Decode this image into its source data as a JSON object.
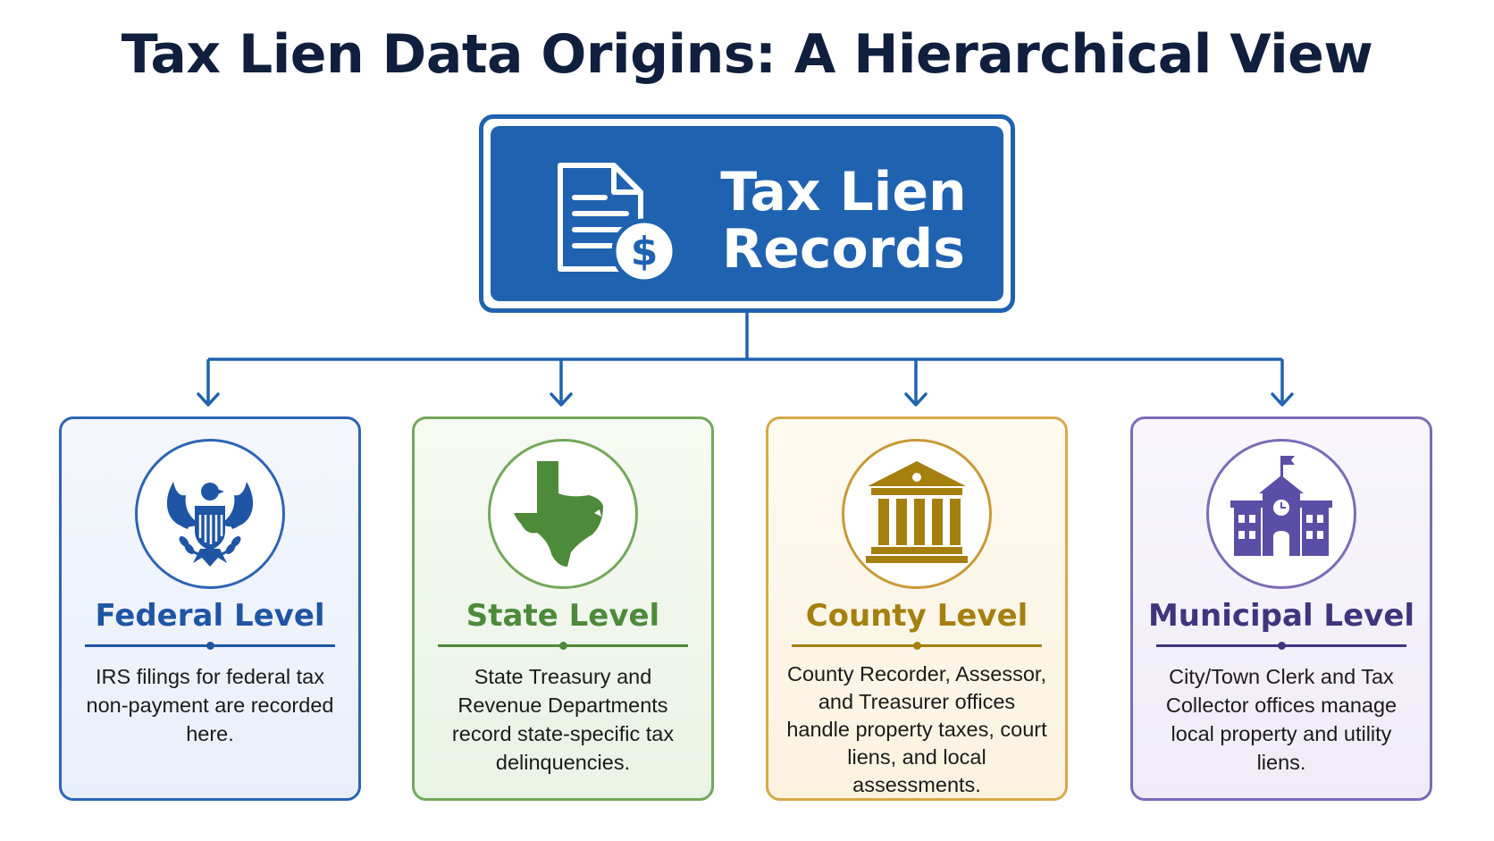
{
  "title": "Tax Lien Data Origins: A Hierarchical View",
  "root": {
    "label_line1": "Tax Lien",
    "label_line2": "Records",
    "icon": "document-dollar-icon",
    "color": "#1f62b0"
  },
  "levels": [
    {
      "title": "Federal Level",
      "description": "IRS filings for federal tax non-payment are recorded here.",
      "icon": "eagle-seal-icon",
      "color": "#1f55a5"
    },
    {
      "title": "State Level",
      "description": "State Treasury and Revenue Departments record state-specific tax delinquencies.",
      "icon": "texas-map-icon",
      "color": "#4d8a3a"
    },
    {
      "title": "County Level",
      "description": "County Recorder, Assessor, and Treasurer offices handle property taxes, court liens, and local assessments.",
      "icon": "courthouse-icon",
      "color": "#a5800f"
    },
    {
      "title": "Municipal Level",
      "description": "City/Town Clerk and Tax Collector offices manage local property and utility liens.",
      "icon": "city-hall-icon",
      "color": "#3f357e"
    }
  ]
}
